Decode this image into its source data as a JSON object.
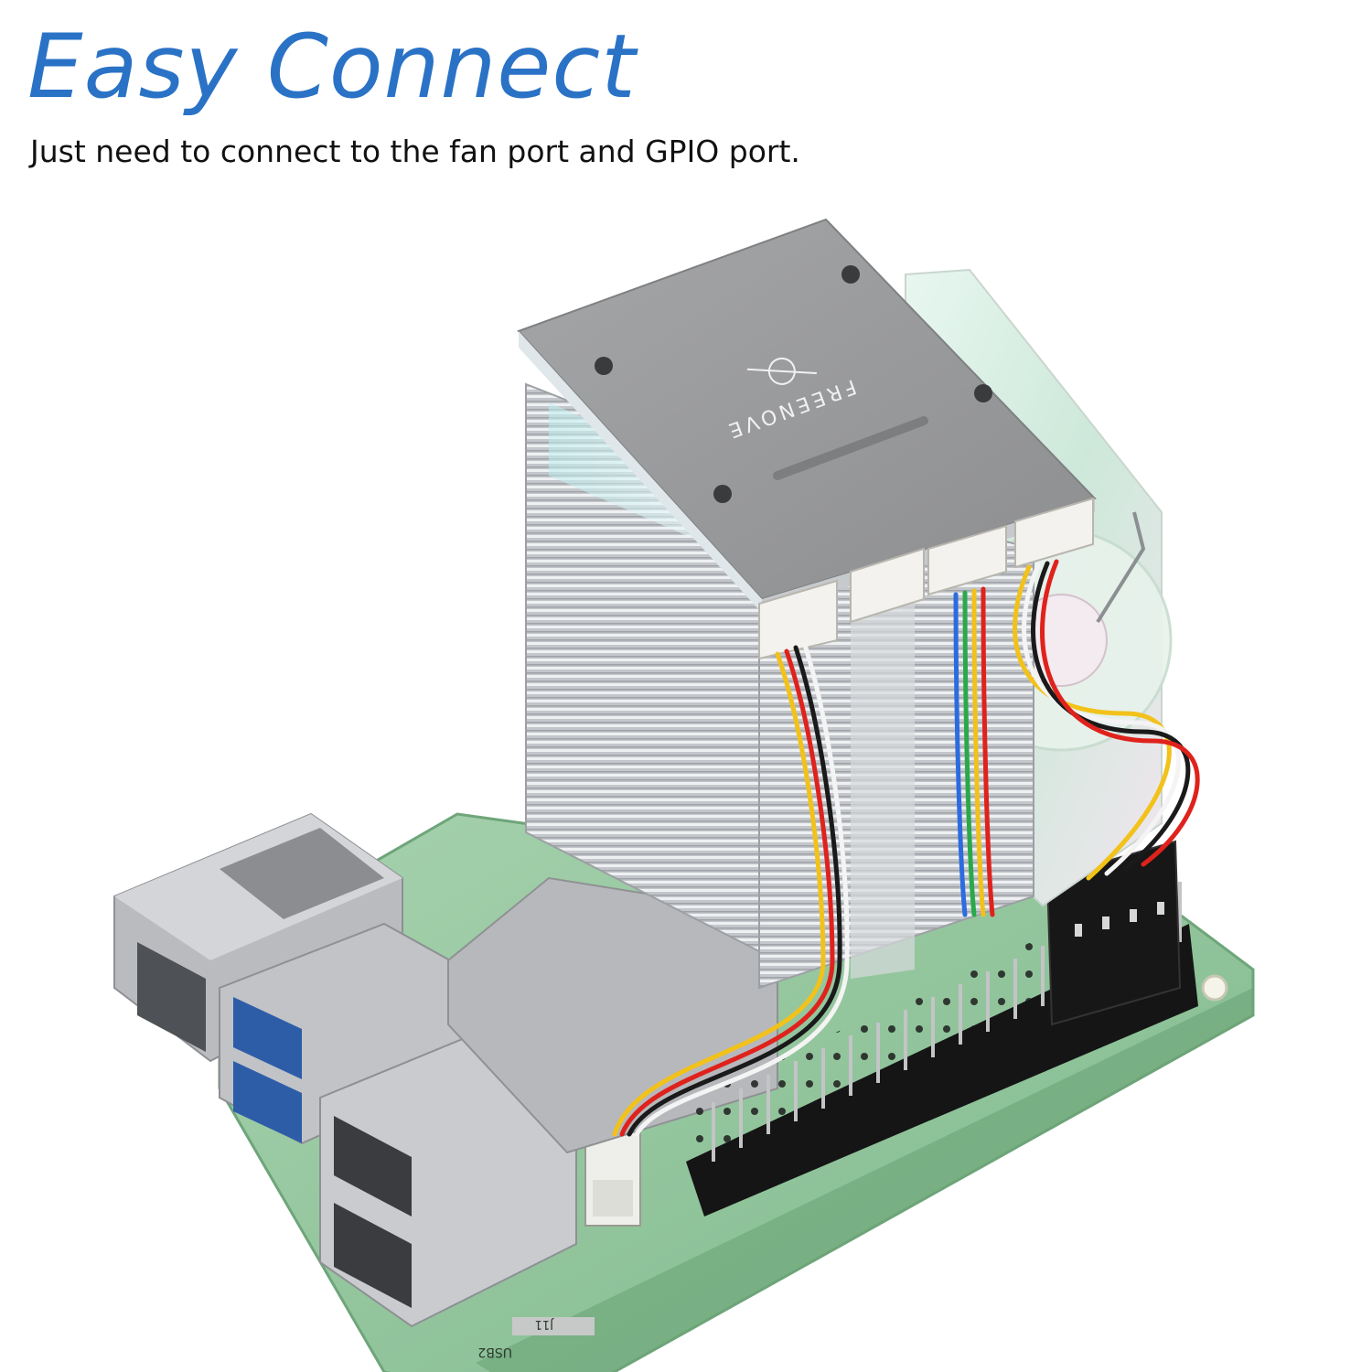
{
  "header": {
    "title": "Easy Connect",
    "subtitle": "Just need to connect to the fan port and GPIO port."
  },
  "product": {
    "logo_text": "FREENOVE",
    "port_labels": {
      "usb2": "USB2",
      "j11": "J11"
    }
  },
  "colors": {
    "title": "#2a72c6",
    "board": "#8fc49a",
    "heatsink": "#c9ccd0",
    "top_plate": "#9a9b9d",
    "header_black": "#151515",
    "wire_red": "#e0221c",
    "wire_yellow": "#f2c21a",
    "wire_black": "#1a1a1a",
    "wire_white": "#f4f4f4"
  }
}
